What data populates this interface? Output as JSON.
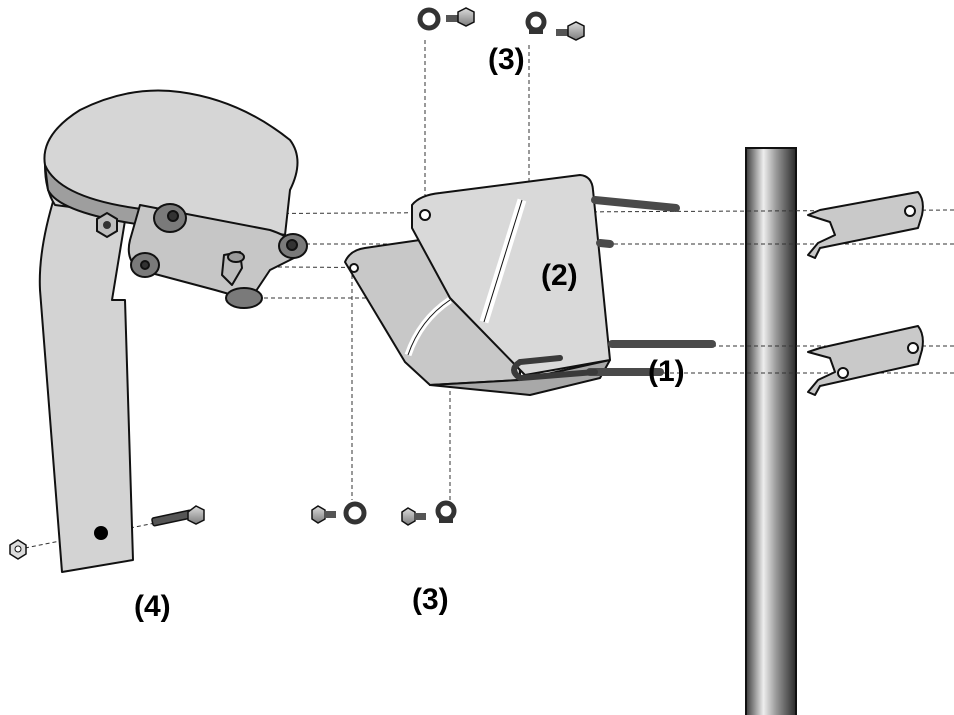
{
  "labels": {
    "part_1": "(1)",
    "part_2": "(2)",
    "part_3_top": "(3)",
    "part_3_bottom": "(3)",
    "part_4": "(4)"
  },
  "colors": {
    "metal_light": "#d3d3d3",
    "metal_mid": "#bdbdbd",
    "metal_dark": "#7a7a7a",
    "rod": "#4a4a4a",
    "outline": "#1a1a1a"
  },
  "icons": [
    "washer-icon",
    "bolt-icon",
    "lock-washer-icon",
    "nut-icon",
    "mast-pole",
    "mounting-bracket",
    "antenna-head",
    "u-bolt",
    "clamp-jaw"
  ]
}
